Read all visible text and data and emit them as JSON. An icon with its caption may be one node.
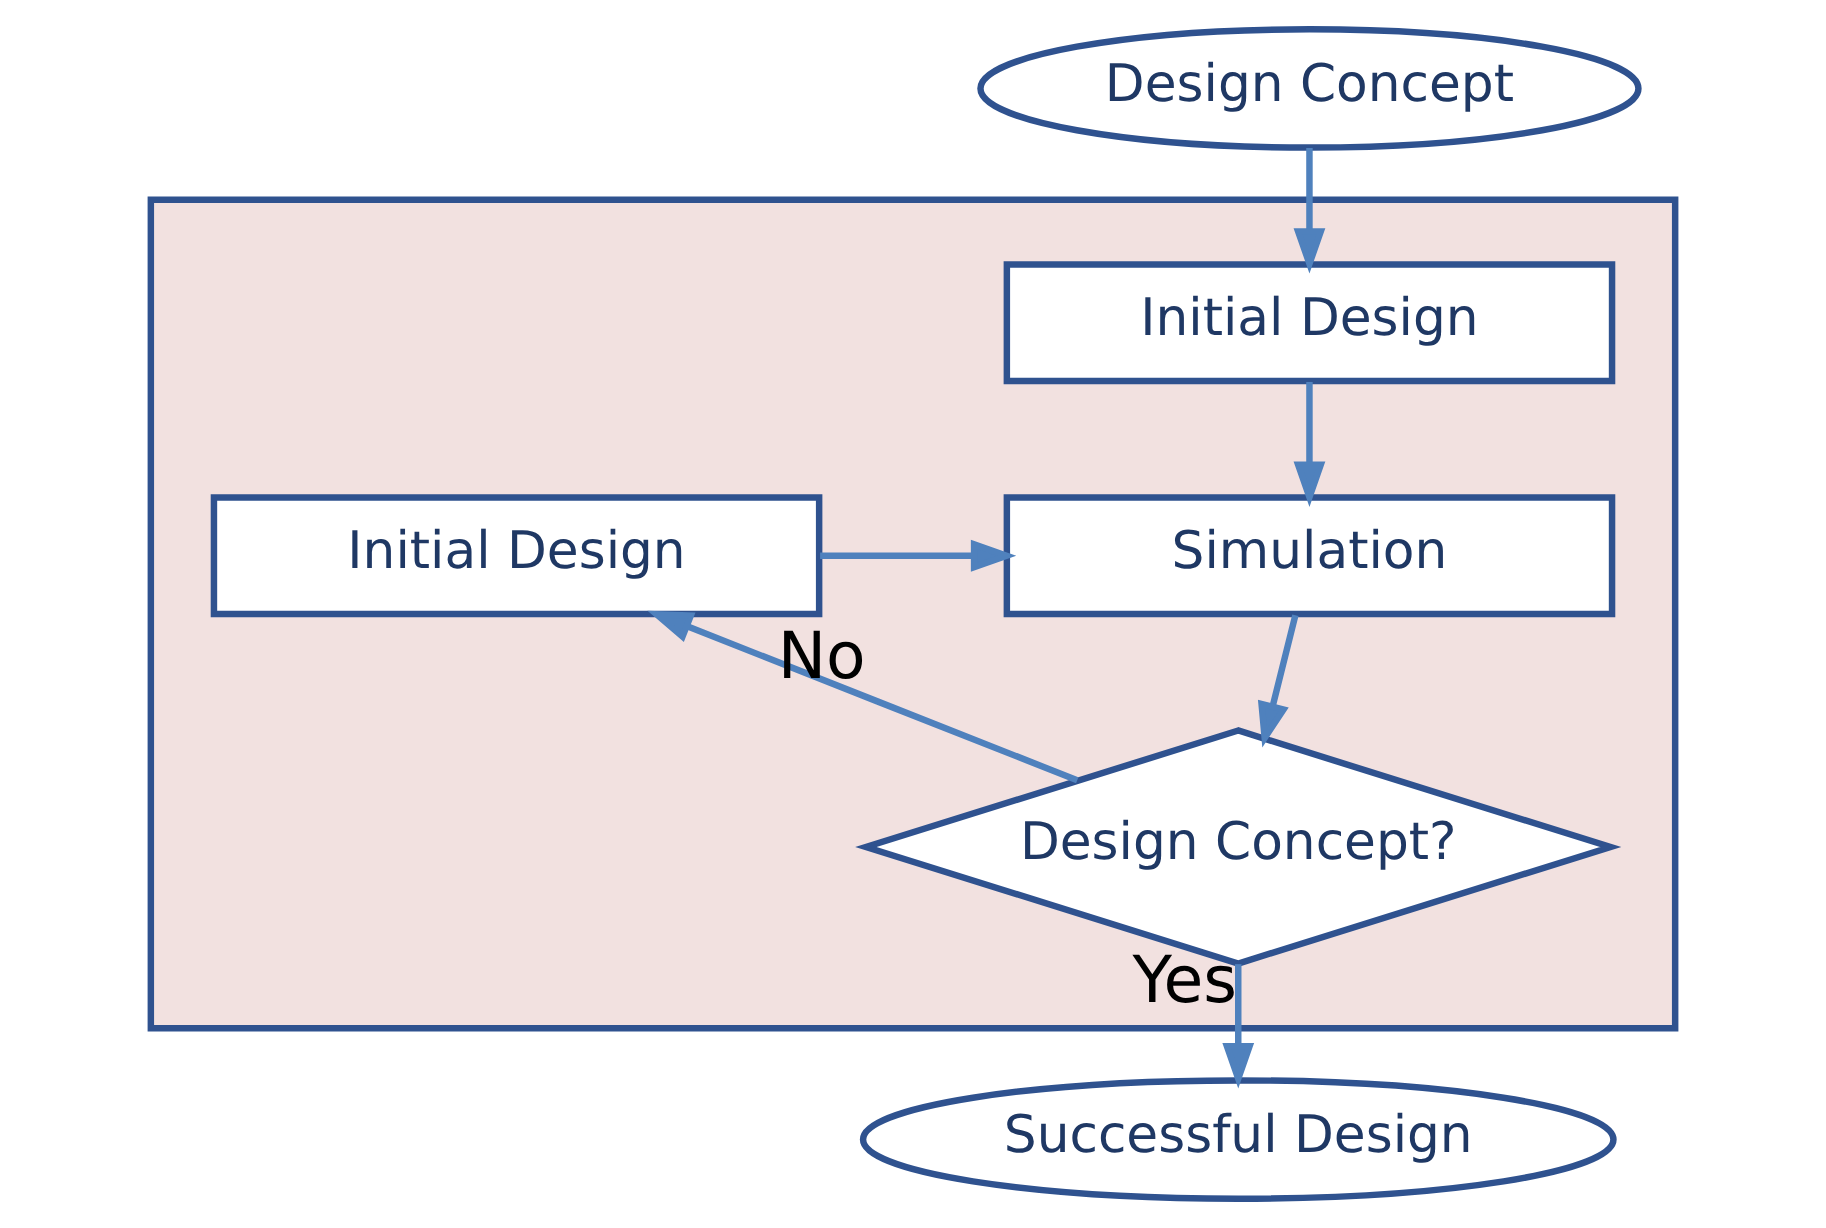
{
  "diagram": {
    "nodes": [
      {
        "text": [
          "Design Concept"
        ]
      },
      {
        "text": [],
        "shape": "box"
      },
      {
        "text": [
          "Initial Design"
        ],
        "in": 1
      },
      {
        "text": [
          "Simulation"
        ],
        "in": 1
      },
      {
        "text": [
          "Initial Design"
        ],
        "in": 1
      },
      {
        "text": [
          "Design Concept?"
        ],
        "in": 1
      },
      {
        "text": [
          "Successful Design"
        ]
      }
    ],
    "edges": [
      {
        "from": 0,
        "to": 2,
        "arrow": "to"
      },
      {
        "from": 2,
        "to": 3,
        "arrow": "to"
      },
      {
        "from": 4,
        "to": 3,
        "arrow": "to"
      },
      {
        "from": 3,
        "to": 5,
        "arrow": "to"
      },
      {
        "from": 5,
        "to": 4,
        "arrow": "to",
        "label": "No"
      },
      {
        "from": 5,
        "to": 6,
        "arrow": "to",
        "label": "Yes"
      }
    ]
  }
}
